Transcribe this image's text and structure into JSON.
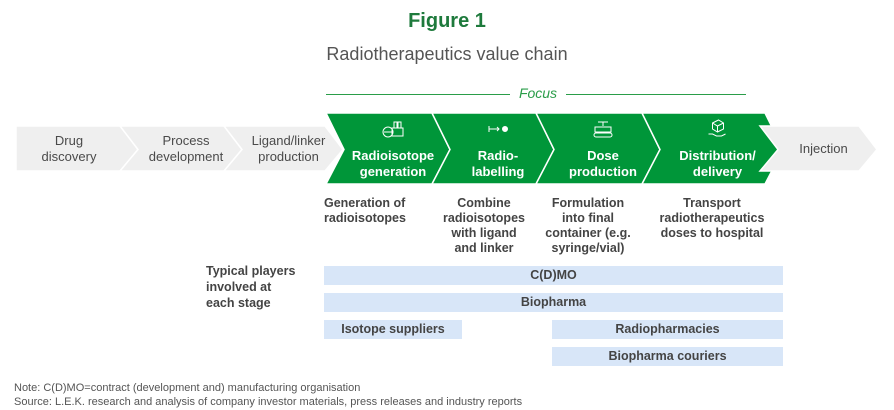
{
  "figure_label": "Figure 1",
  "title": "Radiotherapeutics value chain",
  "focus_label": "Focus",
  "colors": {
    "focus_green": "#009639",
    "grey_stage": "#efefef",
    "player_bar": "#d8e6f8",
    "title_green": "#1e7a3c"
  },
  "stages": [
    {
      "label": "Drug discovery",
      "lines": [
        "Drug",
        "discovery"
      ],
      "focus": false
    },
    {
      "label": "Process development",
      "lines": [
        "Process",
        "development"
      ],
      "focus": false
    },
    {
      "label": "Ligand/linker production",
      "lines": [
        "Ligand/linker",
        "production"
      ],
      "focus": false
    },
    {
      "label": "Radioisotope generation",
      "lines": [
        "Radioisotope",
        "generation"
      ],
      "focus": true,
      "icon": "factory-icon"
    },
    {
      "label": "Radio-labelling",
      "lines": [
        "Radio-",
        "labelling"
      ],
      "focus": true,
      "icon": "arrow-dot-icon"
    },
    {
      "label": "Dose production",
      "lines": [
        "Dose",
        "production"
      ],
      "focus": true,
      "icon": "production-line-icon"
    },
    {
      "label": "Distribution/ delivery",
      "lines": [
        "Distribution/",
        "delivery"
      ],
      "focus": true,
      "icon": "package-hand-icon"
    },
    {
      "label": "Injection",
      "lines": [
        "Injection"
      ],
      "focus": false
    }
  ],
  "icon_glyphs": {
    "arrow-dot-icon": "↦ ●"
  },
  "descriptions": [
    {
      "lines": [
        "Generation of",
        "radioisotopes"
      ]
    },
    {
      "lines": [
        "Combine",
        "radioisotopes",
        "with ligand",
        "and linker"
      ]
    },
    {
      "lines": [
        "Formulation",
        "into final",
        "container (e.g.",
        "syringe/vial)"
      ]
    },
    {
      "lines": [
        "Transport",
        "radiotherapeutics",
        "doses to hospital"
      ]
    }
  ],
  "players_label": [
    "Typical players",
    "involved at",
    "each stage"
  ],
  "players": [
    {
      "name": "C(D)MO",
      "stages": [
        "Radioisotope generation",
        "Radio-labelling",
        "Dose production",
        "Distribution/ delivery"
      ]
    },
    {
      "name": "Biopharma",
      "stages": [
        "Radioisotope generation",
        "Radio-labelling",
        "Dose production",
        "Distribution/ delivery"
      ]
    },
    {
      "name": "Isotope suppliers",
      "stages": [
        "Radioisotope generation"
      ]
    },
    {
      "name": "Radiopharmacies",
      "stages": [
        "Dose production",
        "Distribution/ delivery"
      ]
    },
    {
      "name": "Biopharma couriers",
      "stages": [
        "Dose production",
        "Distribution/ delivery"
      ]
    }
  ],
  "note": "Note: C(D)MO=contract (development and) manufacturing organisation",
  "source": "Source: L.E.K. research and analysis of company investor materials, press releases and industry reports"
}
